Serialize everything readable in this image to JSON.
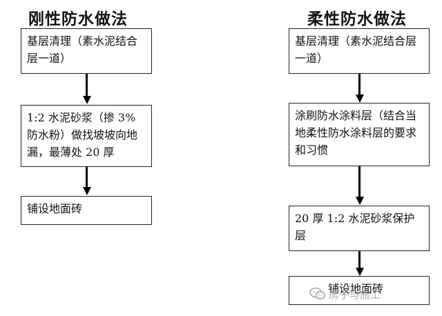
{
  "left": {
    "title": "刚性防水做法",
    "steps": [
      "基层清理（素水泥结合层一道）",
      "1:2 水泥砂浆（掺 3%防水粉）做找坡坡向地漏，最薄处 20 厚",
      "铺设地面砖"
    ]
  },
  "right": {
    "title": "柔性防水做法",
    "steps": [
      "基层清理（素水泥结合层一道）",
      "涂刷防水涂料层（结合当地柔性防水涂料层的要求和习惯",
      "20 厚 1:2 水泥砂浆保护层",
      "铺设地面砖"
    ]
  },
  "watermark": {
    "text": "房子与施工",
    "icon": "wechat-icon"
  }
}
